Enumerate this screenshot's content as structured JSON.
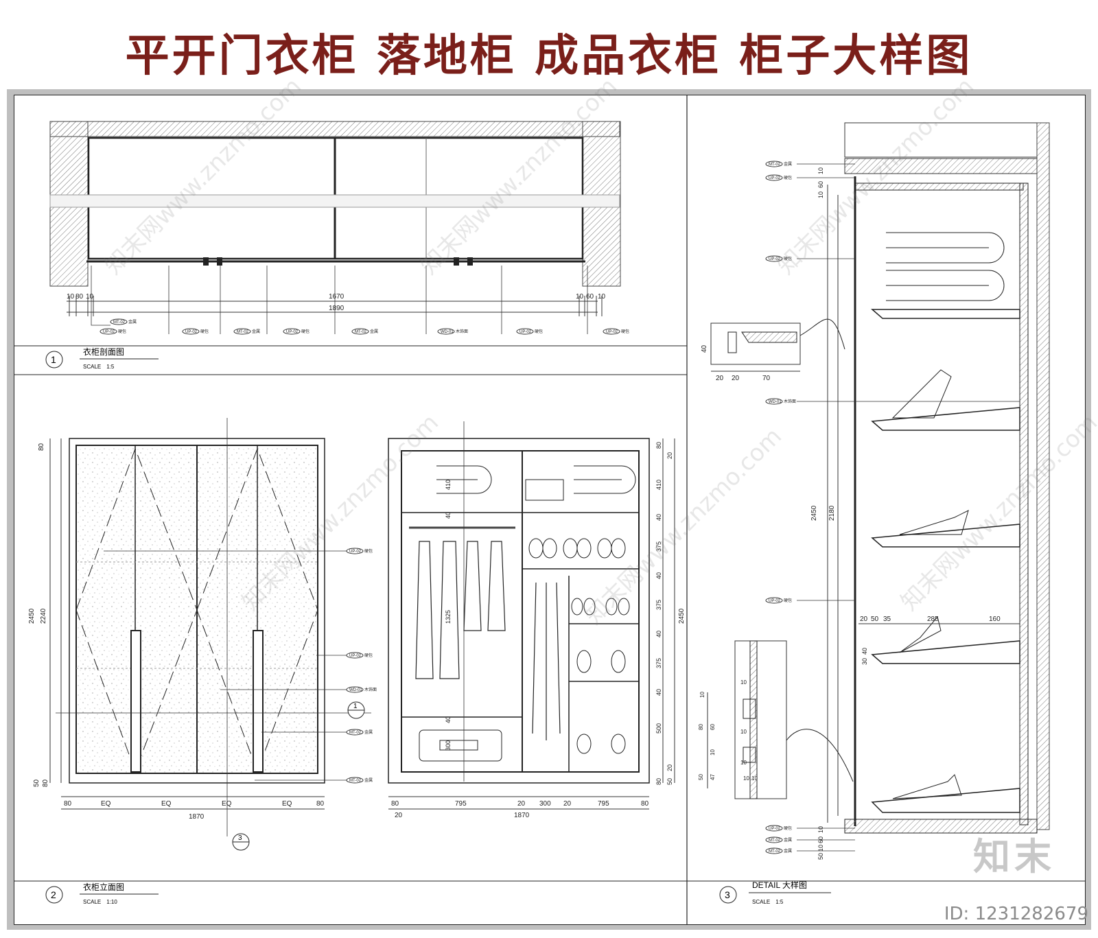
{
  "header": {
    "title": "平开门衣柜  落地柜  成品衣柜  柜子大样图"
  },
  "panel1": {
    "number": "1",
    "title": "衣柜剖面图",
    "scale": "SCALE　1:5",
    "dims_top": [
      "10",
      "80",
      "10",
      "1670",
      "10",
      "60",
      "10"
    ],
    "dim_total": "1890",
    "tags": [
      {
        "code": "MT-02",
        "note": "金属"
      },
      {
        "code": "UP-02",
        "note": "硬包"
      },
      {
        "code": "UP-02",
        "note": "硬包"
      },
      {
        "code": "MT-02",
        "note": "金属"
      },
      {
        "code": "UP-02",
        "note": "硬包"
      },
      {
        "code": "MT-02",
        "note": "金属"
      },
      {
        "code": "WD-01",
        "note": "木饰面"
      },
      {
        "code": "UP-02",
        "note": "硬包"
      },
      {
        "code": "UP-02",
        "note": "硬包"
      }
    ]
  },
  "panel2": {
    "number": "2",
    "title": "衣柜立面图",
    "scale": "SCALE　1:10",
    "left_elev": {
      "bottom_dims": [
        "80",
        "EQ",
        "EQ",
        "EQ",
        "EQ",
        "80"
      ],
      "total": "1870",
      "left_dims": [
        "80",
        "2450",
        "2240",
        "50",
        "80"
      ],
      "tags": [
        {
          "code": "UP-02",
          "note": "硬包"
        },
        {
          "code": "UP-02",
          "note": "硬包"
        },
        {
          "code": "WD-01",
          "note": "木饰面"
        },
        {
          "code": "MT-02",
          "note": "金属"
        },
        {
          "code": "MT-02",
          "note": "金属"
        }
      ],
      "section_mark": "1",
      "detail_mark": "3"
    },
    "right_elev": {
      "bottom_dims": [
        "80",
        "20",
        "795",
        "20",
        "300",
        "20",
        "795",
        "80"
      ],
      "total": "1870",
      "right_dims": [
        "80",
        "20",
        "410",
        "40",
        "375",
        "40",
        "375",
        "40",
        "375",
        "40",
        "500",
        "20",
        "80",
        "50"
      ],
      "overall": "2450",
      "inner_dims": [
        "410",
        "40",
        "1325",
        "40",
        "300"
      ]
    }
  },
  "panel3": {
    "number": "3",
    "title": "DETAIL 大样图",
    "scale": "SCALE　1:5",
    "left_dims_top": [
      "10",
      "60",
      "10"
    ],
    "left_dims_bottom": [
      "10",
      "60",
      "10",
      "50"
    ],
    "height_dims": [
      "2450",
      "2180"
    ],
    "inset_top_dims": [
      "20",
      "20",
      "70"
    ],
    "inset_top_height": "40",
    "shelf_dims": [
      "20",
      "50",
      "35",
      "285",
      "160"
    ],
    "shelf_vert": [
      "40",
      "30"
    ],
    "inset_bottom_dims": [
      "10",
      "10",
      "10",
      "80",
      "60",
      "10",
      "10",
      "50",
      "47",
      "10",
      "10"
    ],
    "tags": [
      {
        "code": "MT-02",
        "note": "金属"
      },
      {
        "code": "UP-02",
        "note": "硬包"
      },
      {
        "code": "UP-02",
        "note": "硬包"
      },
      {
        "code": "WD-01",
        "note": "木饰面"
      },
      {
        "code": "UP-02",
        "note": "硬包"
      },
      {
        "code": "UP-02",
        "note": "硬包"
      },
      {
        "code": "MT-02",
        "note": "金属"
      },
      {
        "code": "MT-02",
        "note": "金属"
      }
    ]
  },
  "watermark": {
    "text": "知末网www.znzmo.com"
  },
  "brand": {
    "name": "知末"
  },
  "footer": {
    "id": "ID: 1231282679"
  }
}
